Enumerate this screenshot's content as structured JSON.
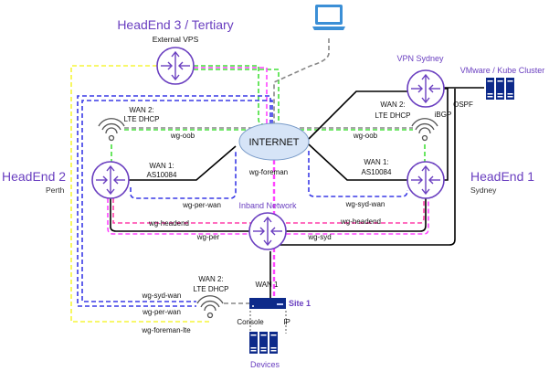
{
  "colors": {
    "router": "#6a3fc0",
    "server": "#0d2a8a",
    "laptop": "#3b8fd6",
    "internet_fill": "#d6e4f7",
    "wg_oob_gray": "#888888",
    "wg_oob_green": "#44e03a",
    "wg_foreman_blue": "#3a3ae6",
    "wg_headend_pink": "#ff3fa8",
    "wg_foreman_magenta": "#ff44ff",
    "wg_foreman_lte_yellow": "#f5f53a",
    "wire_black": "#000000"
  },
  "nodes": {
    "headend3": {
      "title": "HeadEnd 3 / Tertiary",
      "subtitle": "External VPS",
      "icon": "router-icon"
    },
    "headend2": {
      "title": "HeadEnd 2",
      "subtitle": "Perth",
      "icon": "router-icon"
    },
    "headend1": {
      "title": "HeadEnd 1",
      "subtitle": "Sydney",
      "icon": "router-icon"
    },
    "vpn_sydney": {
      "title": "VPN Sydney",
      "icon": "router-icon"
    },
    "cluster": {
      "title": "VMware / Kube Cluster",
      "icon": "server-rack-icon"
    },
    "internet": {
      "title": "INTERNET"
    },
    "inband": {
      "title": "Inband Network",
      "icon": "router-icon"
    },
    "site1": {
      "title": "Site 1",
      "icon": "network-appliance-icon"
    },
    "devices": {
      "title": "Devices",
      "icon": "server-rack-icon"
    },
    "laptop": {
      "icon": "laptop-icon"
    }
  },
  "labels": {
    "he2_wan2_line1": "WAN 2:",
    "he2_wan2_line2": "LTE DHCP",
    "he2_wan1_line1": "WAN 1:",
    "he2_wan1_line2": "AS10084",
    "he1_wan2_line1": "WAN 2:",
    "he1_wan2_line2": "LTE DHCP",
    "he1_wan1_line1": "WAN 1:",
    "he1_wan1_line2": "AS10084",
    "site_wan2_line1": "WAN 2:",
    "site_wan2_line2": "LTE DHCP",
    "site_wan1": "WAN 1",
    "ibgp": "iBGP",
    "ospf": "OSPF",
    "wg_oob_left": "wg-oob",
    "wg_oob_right": "wg-oob",
    "wg_foreman": "wg-foreman",
    "wg_per_wan_top": "wg-per-wan",
    "wg_syd_wan_top": "wg-syd-wan",
    "wg_headend_left": "wg-headend",
    "wg_headend_right": "wg-headend",
    "wg_per": "wg-per",
    "wg_syd": "wg-syd",
    "wg_syd_wan_bottom": "wg-syd-wan",
    "wg_per_wan_bottom": "wg-per-wan",
    "wg_foreman_lte": "wg-foreman-lte",
    "console": "Console",
    "ip": "IP"
  }
}
